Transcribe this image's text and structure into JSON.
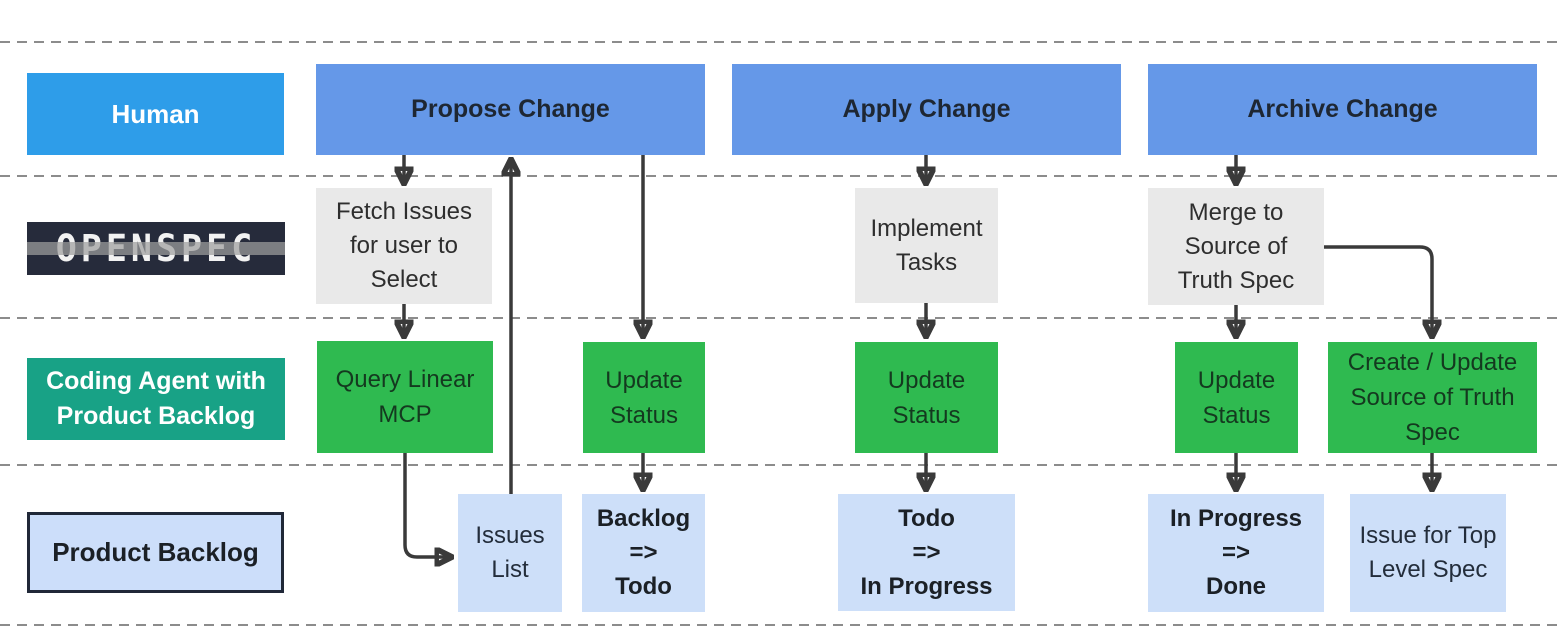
{
  "lanes": {
    "human": {
      "label": "Human"
    },
    "openspec": {
      "logo_text": "OPENSPEC"
    },
    "coding_agent": {
      "label": "Coding Agent with\nProduct Backlog"
    },
    "product_backlog": {
      "label": "Product Backlog"
    }
  },
  "phases": {
    "propose": "Propose Change",
    "apply": "Apply Change",
    "archive": "Archive Change"
  },
  "nodes": {
    "fetch_issues": "Fetch Issues\nfor user to\nSelect",
    "implement_tasks": "Implement\nTasks",
    "merge_spec": "Merge to\nSource of\nTruth Spec",
    "query_linear_mcp": "Query Linear\nMCP",
    "update_status_propose": "Update\nStatus",
    "update_status_apply": "Update\nStatus",
    "update_status_archive": "Update\nStatus",
    "create_update_spec": "Create / Update\nSource of Truth\nSpec",
    "issues_list": "Issues\nList",
    "backlog_todo": "Backlog\n=>\nTodo",
    "todo_in_progress": "Todo\n=>\nIn Progress",
    "in_progress_done": "In Progress\n=>\nDone",
    "issue_top_level": "Issue for Top\nLevel Spec"
  },
  "colors": {
    "human_blue": "#2e9de9",
    "phase_header": "#6598e8",
    "process_gray": "#e9e9e9",
    "agent_green": "#2fba50",
    "agent_teal": "#18a286",
    "backlog_blue": "#cddff9",
    "logo_bg": "#262b3b",
    "arrow": "#3a3a3a",
    "divider": "#8c8c8c"
  }
}
